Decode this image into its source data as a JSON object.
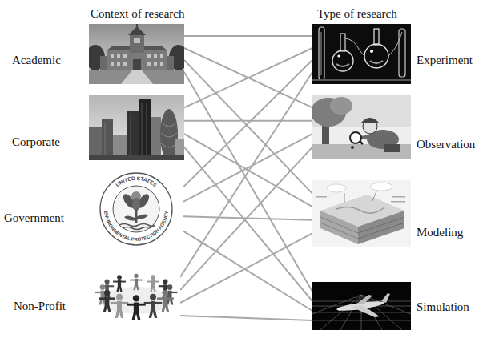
{
  "diagram": {
    "nodes": [
      {
        "text": [
          "Academic"
        ]
      },
      {
        "text": [
          "Corporate"
        ]
      },
      {
        "text": [
          "Government"
        ]
      },
      {
        "text": [
          "Non-Profit"
        ]
      },
      {
        "text": [
          "Experiment"
        ]
      },
      {
        "text": [
          "Observation"
        ]
      },
      {
        "text": [
          "Modeling"
        ]
      },
      {
        "text": [
          "Simulation"
        ]
      }
    ],
    "edges": [
      {
        "from": 0,
        "to": 4,
        "arrow": "none"
      },
      {
        "from": 0,
        "to": 5,
        "arrow": "none"
      },
      {
        "from": 0,
        "to": 6,
        "arrow": "none"
      },
      {
        "from": 0,
        "to": 7,
        "arrow": "none"
      },
      {
        "from": 1,
        "to": 4,
        "arrow": "none"
      },
      {
        "from": 1,
        "to": 5,
        "arrow": "none"
      },
      {
        "from": 1,
        "to": 6,
        "arrow": "none"
      },
      {
        "from": 1,
        "to": 7,
        "arrow": "none"
      },
      {
        "from": 2,
        "to": 4,
        "arrow": "none"
      },
      {
        "from": 2,
        "to": 5,
        "arrow": "none"
      },
      {
        "from": 2,
        "to": 6,
        "arrow": "none"
      },
      {
        "from": 2,
        "to": 7,
        "arrow": "none"
      },
      {
        "from": 3,
        "to": 4,
        "arrow": "none"
      },
      {
        "from": 3,
        "to": 5,
        "arrow": "none"
      },
      {
        "from": 3,
        "to": 6,
        "arrow": "none"
      },
      {
        "from": 3,
        "to": 7,
        "arrow": "none"
      }
    ],
    "labels": [
      "Context of research",
      "Type of research",
      "UNITED STATES",
      "ENVIRONMENTAL PROTECTION AGENCY"
    ]
  }
}
